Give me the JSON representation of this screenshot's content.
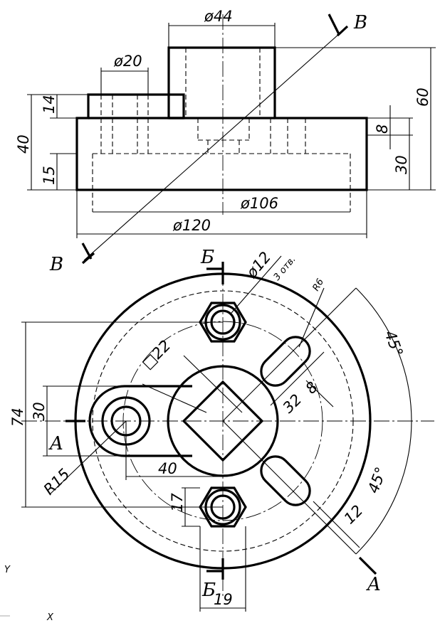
{
  "dimensions": {
    "d44": "ø44",
    "d20": "ø20",
    "h14": "14",
    "h40": "40",
    "h15": "15",
    "h60": "60",
    "h8": "8",
    "h30v": "30",
    "d106": "ø106",
    "d120": "ø120",
    "d12": "ø12",
    "holes_note": "3 отв.",
    "r6": "R6",
    "sq22": "□22",
    "a45_top": "45°",
    "a45_bottom": "45°",
    "d8": "8",
    "d32": "32",
    "h74": "74",
    "h30": "30",
    "r15": "R15",
    "d40": "40",
    "d17": "17",
    "d12b": "12",
    "d19": "19"
  },
  "section_labels": {
    "b_top": "B",
    "b_bottom": "B",
    "be_top": "Б",
    "be_bottom": "Б",
    "a_left": "A",
    "a_bottom": "A"
  },
  "ucs_icon": {
    "y_axis": "Y",
    "x_axis": "X"
  }
}
